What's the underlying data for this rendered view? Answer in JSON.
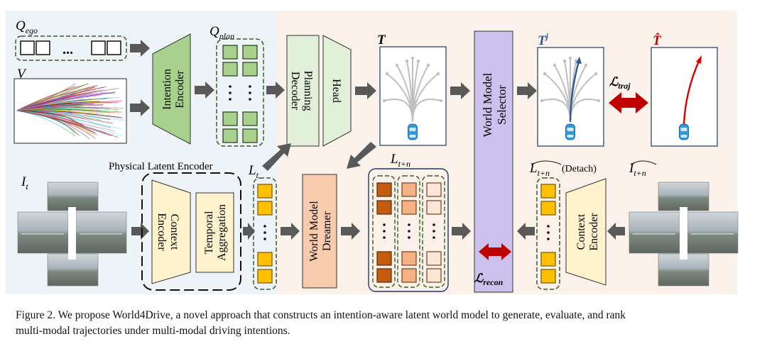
{
  "labels": {
    "q_ego": "Q",
    "q_ego_sub": "ego",
    "q_plan": "Q",
    "q_plan_sub": "plan",
    "v": "V",
    "dots": "...",
    "intention_encoder_l1": "Intention",
    "intention_encoder_l2": "Encoder",
    "planning_decoder_l1": "Planning",
    "planning_decoder_l2": "Decoder",
    "head": "Head",
    "t": "T",
    "t_j": "T",
    "t_j_sup": "j",
    "t_hat": "T̂",
    "l_traj": "ℒ",
    "l_traj_sub": "traj",
    "l_recon": "ℒ",
    "l_recon_sub": "recon",
    "selector_l1": "World Model",
    "selector_l2": "Selector",
    "physical_latent_encoder": "Physical Latent Encoder",
    "context_encoder_l1": "Context",
    "context_encoder_l2": "Encoder",
    "temporal_aggregation_l1": "Temporal",
    "temporal_aggregation_l2": "Aggregation",
    "world_model_dreamer_l1": "World Model",
    "world_model_dreamer_l2": "Dreamer",
    "l_t": "L",
    "l_t_sub": "t",
    "l_tn": "L",
    "l_tn_sub": "t+n",
    "l_tn_hat": "L",
    "l_tn_hat_sub": "t+n",
    "detach": "(Detach)",
    "i_t": "I",
    "i_t_sub": "t",
    "i_tn_hat": "I",
    "i_tn_hat_sub": "t+n",
    "context_encoder2_l1": "Context",
    "context_encoder2_l2": "Encoder"
  },
  "caption": {
    "line1": "Figure 2. We propose World4Drive, a novel approach that constructs an intention-aware latent world model to generate, evaluate, and rank",
    "line2": "multi-modal trajectories under multi-modal driving intentions."
  },
  "colors": {
    "bg_blue": "#eef3f8",
    "bg_peach": "#faf1ea",
    "green_block": "#a9d18e",
    "green_light": "#e2efd9",
    "yellow_block": "#ffe699",
    "gold_cell": "#ffc000",
    "orange_block": "#f8cbad",
    "lavender": "#ccc0ec",
    "arrow_gray": "#595959",
    "red": "#c00000",
    "blue_traj": "#2f5597"
  }
}
